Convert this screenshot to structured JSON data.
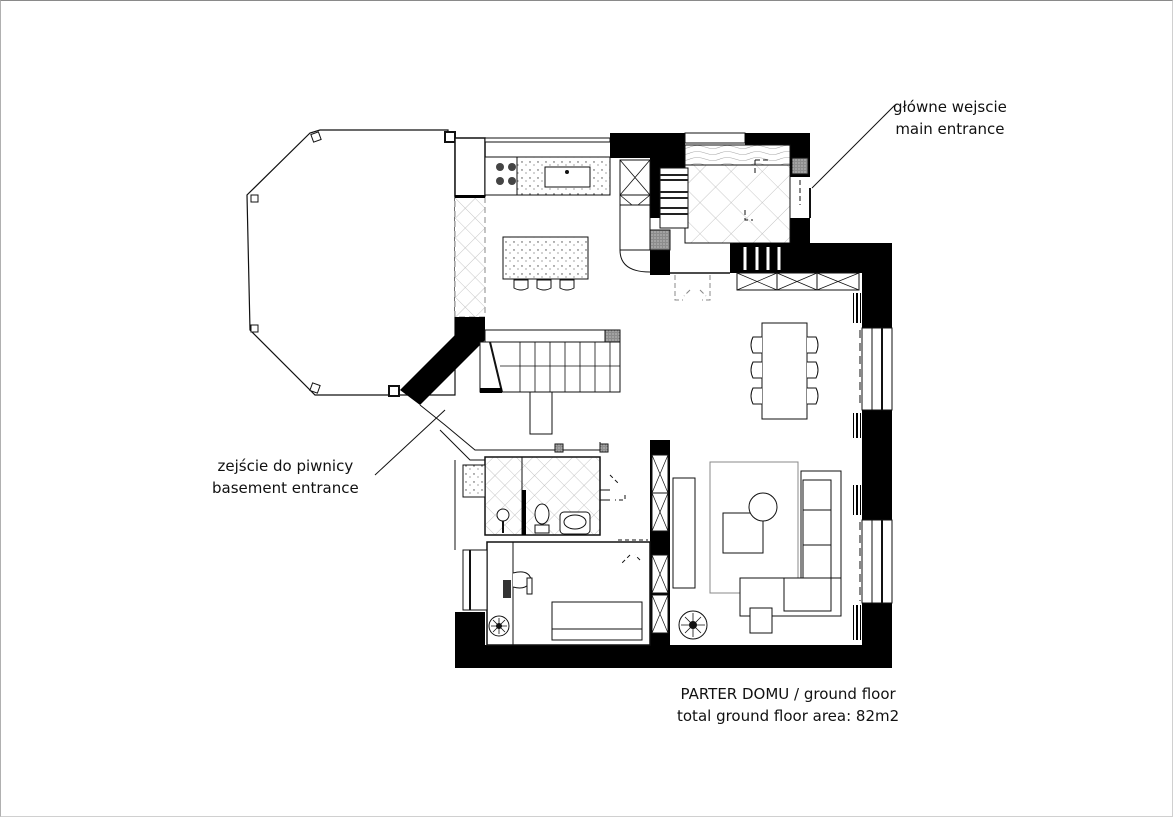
{
  "drawing": {
    "title": "PARTER DOMU / ground floor",
    "area_note": "total ground floor area: 82m2",
    "colors": {
      "wall": "#000000",
      "line": "#111111",
      "hatch": "#9a9a9a",
      "background": "#ffffff"
    }
  },
  "annotations": {
    "main_entrance": {
      "pl": "główne wejscie",
      "en": "main entrance"
    },
    "basement_entrance": {
      "pl": "zejście do piwnicy",
      "en": "basement entrance"
    }
  },
  "rooms": [
    {
      "name": "terrace",
      "type": "octagonal terrace"
    },
    {
      "name": "kitchen",
      "type": "kitchen with island and 3 stools"
    },
    {
      "name": "entrance-hall",
      "type": "vestibule with tiled floor"
    },
    {
      "name": "dining",
      "type": "dining table with 6 chairs"
    },
    {
      "name": "living-room",
      "type": "L-shaped sofa, coffee tables, rug"
    },
    {
      "name": "bathroom",
      "type": "shower, toilet, washbasin"
    },
    {
      "name": "office",
      "type": "desk with chair and daybed"
    },
    {
      "name": "staircase",
      "type": "stairs up"
    }
  ]
}
